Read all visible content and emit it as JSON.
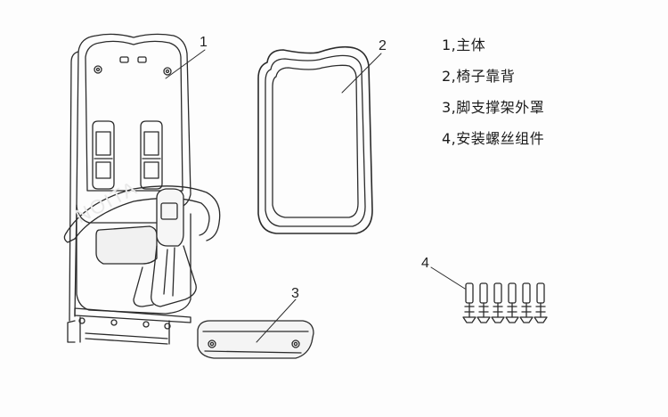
{
  "callouts": {
    "main_body": "1",
    "backrest": "2",
    "footrest_cover": "3",
    "screw_kit": "4"
  },
  "legend": [
    "1,主体",
    "2,椅子靠背",
    "3,脚支撑架外罩",
    "4,安装螺丝组件"
  ],
  "watermark": "NOITA",
  "colors": {
    "line": "#2b2b2b",
    "background": "#fdfdfd",
    "faint_shade": "#d9d9d9"
  }
}
